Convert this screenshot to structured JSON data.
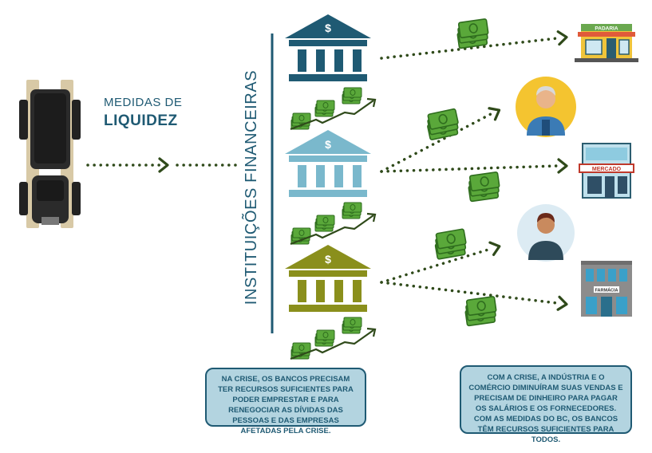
{
  "measures": {
    "line1": "MEDIDAS DE",
    "line2": "LIQUIDEZ"
  },
  "institutions_label": "INSTITUIÇÕES FINANCEIRAS",
  "store_signs": {
    "bakery": "PADARIA",
    "market": "MERCADO",
    "pharmacy": "FARMÁCIA"
  },
  "bank_icon_glyph": "$",
  "notes": {
    "left": "NA CRISE, OS BANCOS PRECISAM TER RECURSOS SUFICIENTES PARA PODER EMPRESTAR E PARA RENEGOCIAR AS DÍVIDAS DAS PESSOAS E DAS EMPRESAS AFETADAS PELA CRISE.",
    "right": "COM A CRISE, A INDÚSTRIA E O COMÉRCIO DIMINUÍRAM SUAS VENDAS E PRECISAM DE DINHEIRO PARA PAGAR OS SALÁRIOS E OS FORNECEDORES. COM AS MEDIDAS DO BC, OS BANCOS TÊM RECURSOS SUFICIENTES PARA TODOS."
  },
  "colors": {
    "primary": "#1f5a73",
    "bank_dark": "#1f5a73",
    "bank_light": "#7ab8cc",
    "bank_olive": "#8a8f1c",
    "arrow": "#2f4a1a",
    "money": "#5aa83a",
    "note_bg": "#b3d4e0",
    "truck": "#2a2a2a",
    "truck_rail": "#d8c9a6"
  },
  "icons": [
    "truck-icon",
    "bank-icon",
    "money-icon",
    "growth-arrow-icon",
    "bakery-icon",
    "market-icon",
    "pharmacy-icon",
    "elderly-person-icon",
    "young-person-icon"
  ]
}
